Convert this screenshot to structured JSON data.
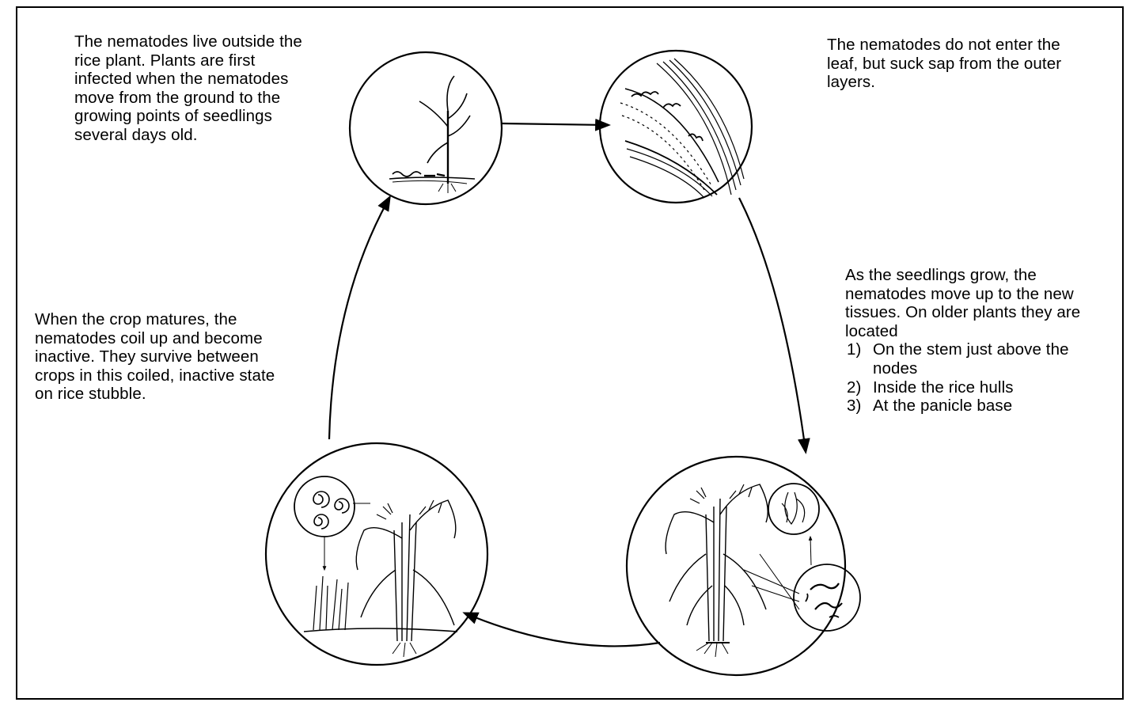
{
  "texts": {
    "top_left": "The nematodes live outside the rice plant. Plants are first infected when the nematodes move from the ground to the growing points of seedlings several days old.",
    "top_right": "The nematodes do not enter the leaf, but suck sap from the outer layers.",
    "right_intro": "As the seedlings grow, the nematodes move up to the new tissues. On older plants they are located",
    "right_items": [
      {
        "num": "1)",
        "text": "On the stem just above the nodes"
      },
      {
        "num": "2)",
        "text": "Inside the rice hulls"
      },
      {
        "num": "3)",
        "text": "At the panicle base"
      }
    ],
    "left": "When the crop matures, the nematodes coil up and become inactive. They survive between crops in this coiled, inactive state on rice stubble."
  },
  "stages": [
    {
      "name": "seedling-infection",
      "icon": "seedling-icon"
    },
    {
      "name": "leaf-sap-feeding",
      "icon": "leaf-closeup-icon"
    },
    {
      "name": "mature-plant-infestation",
      "icon": "rice-plant-icon"
    },
    {
      "name": "coiled-inactive-state",
      "icon": "coiled-nematode-icon"
    }
  ],
  "colors": {
    "line": "#000000",
    "background": "#ffffff"
  }
}
